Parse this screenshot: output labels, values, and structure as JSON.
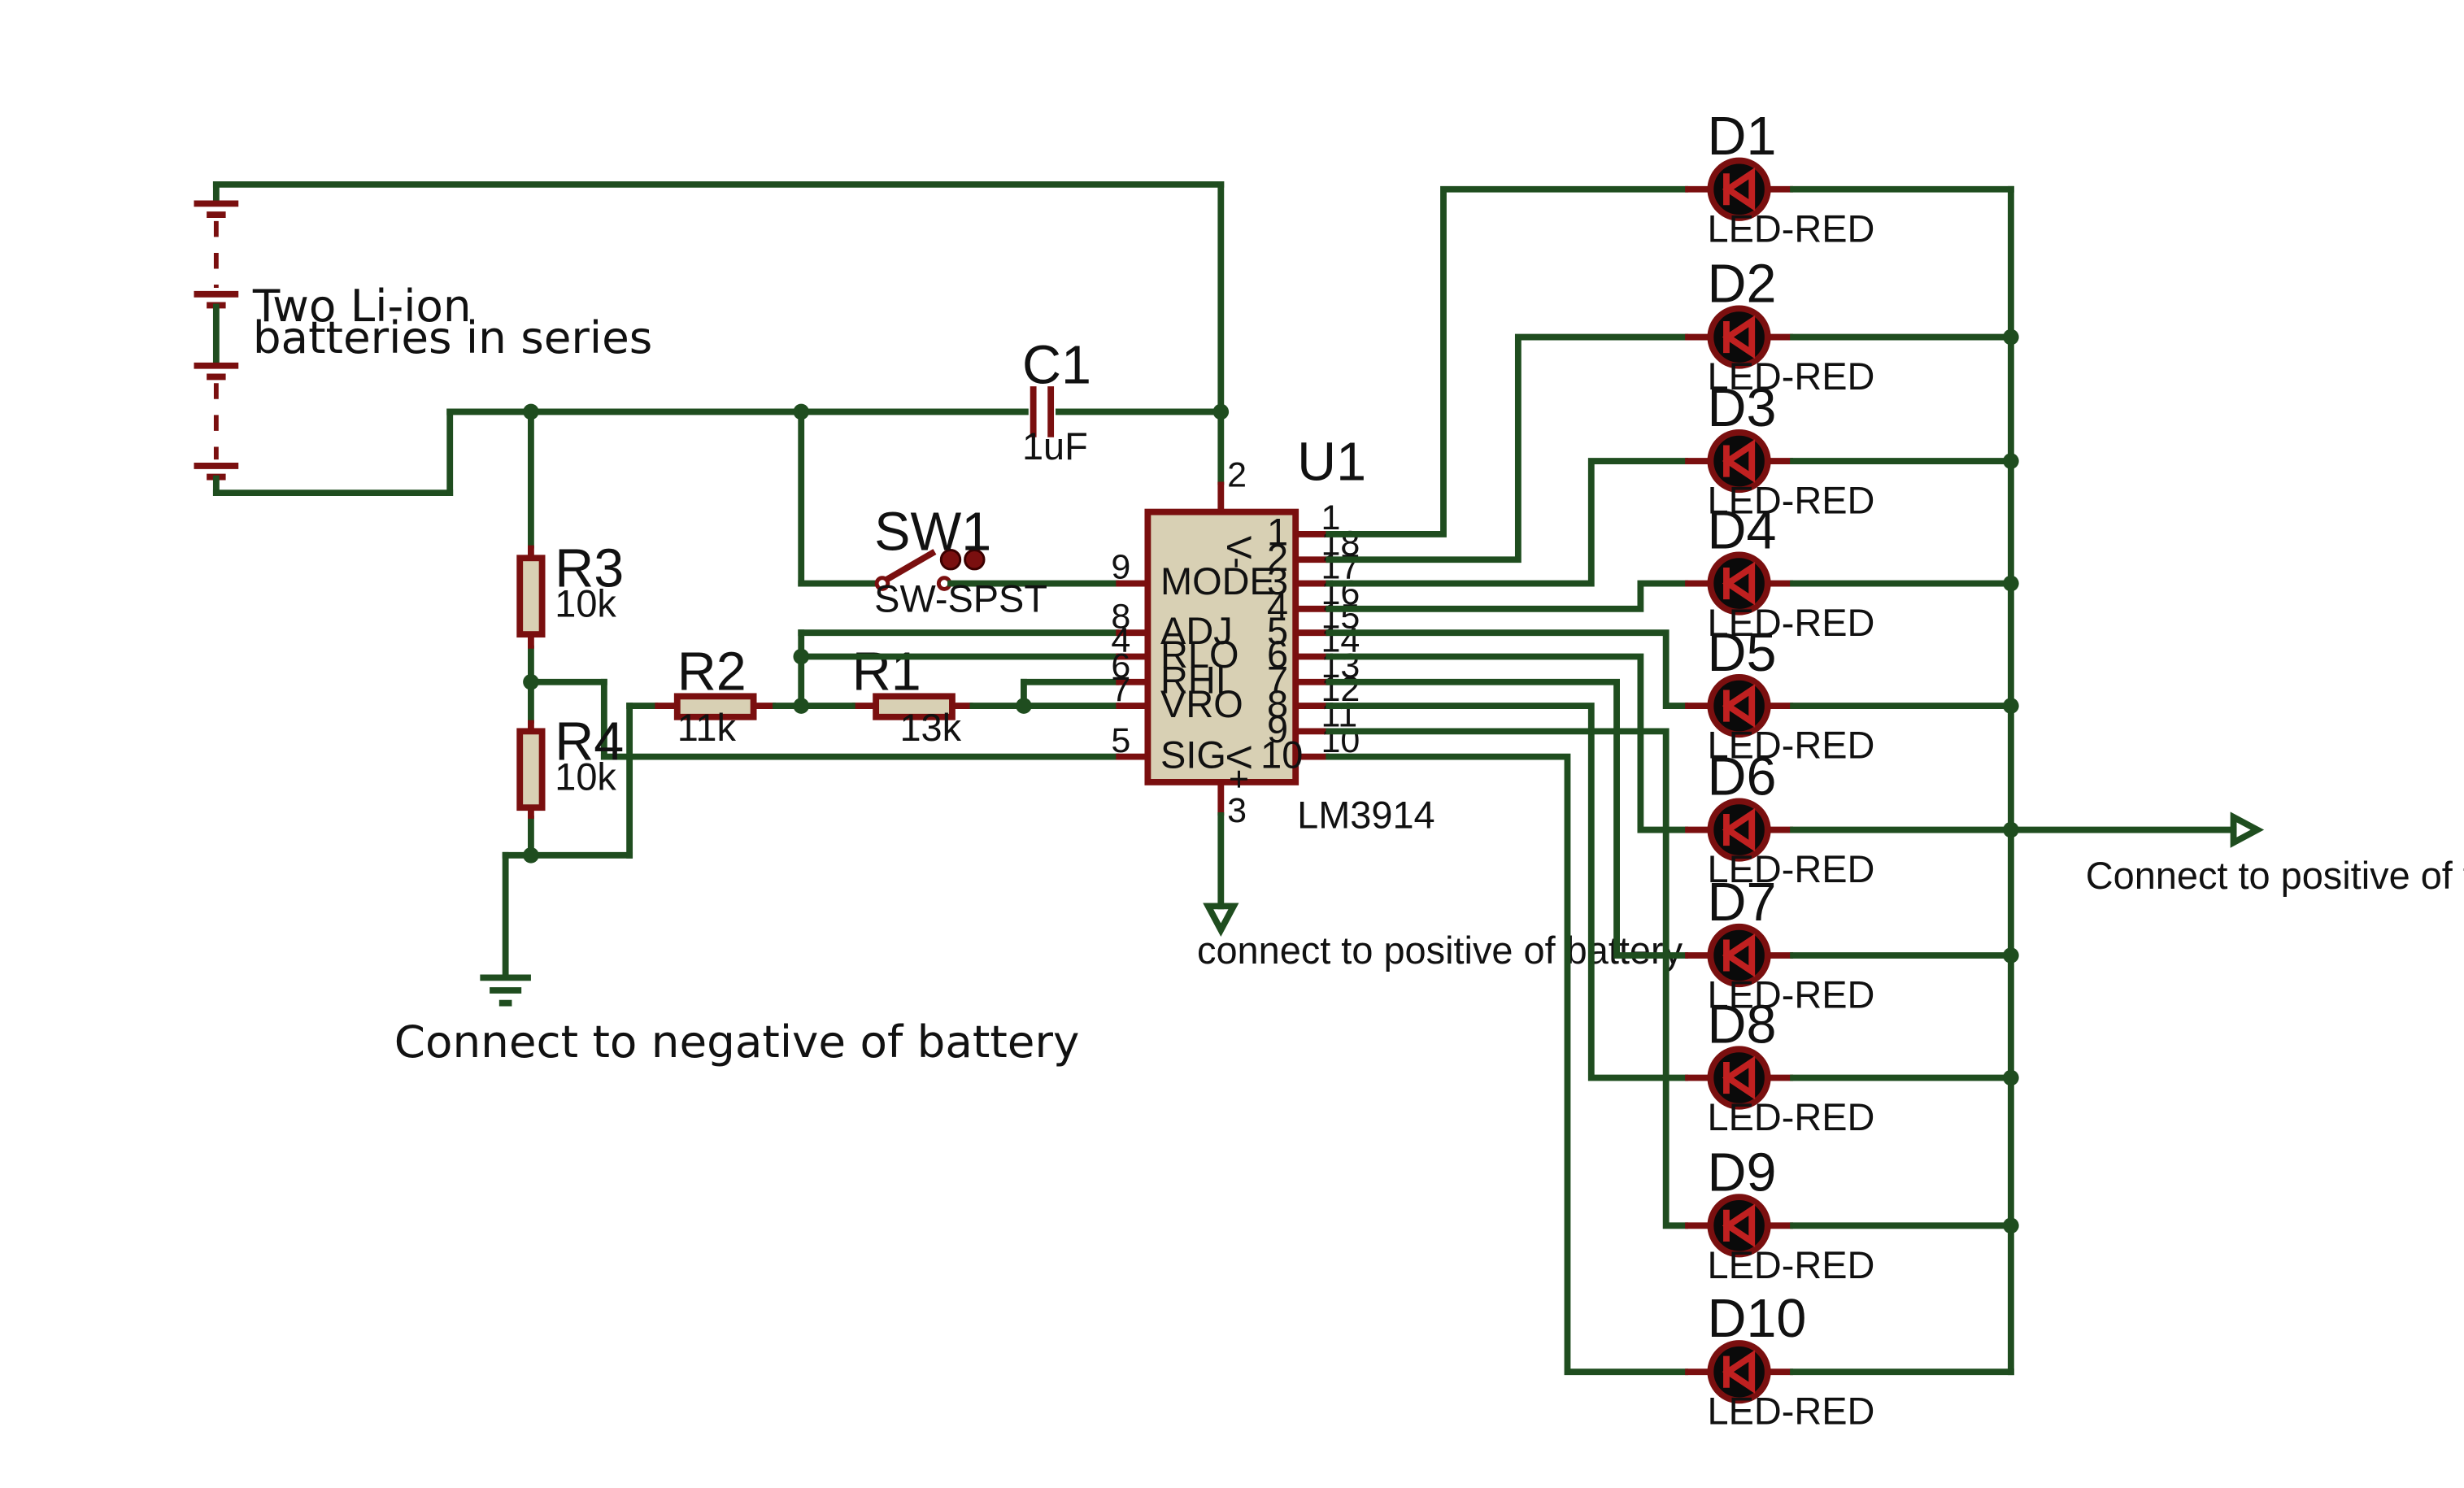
{
  "battery": {
    "note_line1": "Two Li-ion",
    "note_line2": "batteries in series"
  },
  "c1": {
    "ref": "C1",
    "value": "1uF"
  },
  "sw1": {
    "ref": "SW1",
    "value": "SW-SPST"
  },
  "r1": {
    "ref": "R1",
    "value": "13k"
  },
  "r2": {
    "ref": "R2",
    "value": "11k"
  },
  "r3": {
    "ref": "R3",
    "value": "10k"
  },
  "r4": {
    "ref": "R4",
    "value": "10k"
  },
  "u1": {
    "ref": "U1",
    "part": "LM3914",
    "top_pin": "2",
    "top_label": "V-",
    "bottom_pin": "3",
    "bottom_label": "V+",
    "left_pins": [
      {
        "num": "9",
        "name": "MODE"
      },
      {
        "num": "8",
        "name": "ADJ"
      },
      {
        "num": "4",
        "name": "RLO"
      },
      {
        "num": "6",
        "name": "RHI"
      },
      {
        "num": "7",
        "name": "VRO"
      },
      {
        "num": "5",
        "name": "SIG"
      }
    ],
    "right_pins_inner": [
      "1",
      "2",
      "3",
      "4",
      "5",
      "6",
      "7",
      "8",
      "9",
      "10"
    ],
    "right_pins_outer": [
      "1",
      "18",
      "17",
      "16",
      "15",
      "14",
      "13",
      "12",
      "11",
      "10"
    ]
  },
  "leds": [
    {
      "ref": "D1",
      "value": "LED-RED"
    },
    {
      "ref": "D2",
      "value": "LED-RED"
    },
    {
      "ref": "D3",
      "value": "LED-RED"
    },
    {
      "ref": "D4",
      "value": "LED-RED"
    },
    {
      "ref": "D5",
      "value": "LED-RED"
    },
    {
      "ref": "D6",
      "value": "LED-RED"
    },
    {
      "ref": "D7",
      "value": "LED-RED"
    },
    {
      "ref": "D8",
      "value": "LED-RED"
    },
    {
      "ref": "D9",
      "value": "LED-RED"
    },
    {
      "ref": "D10",
      "value": "LED-RED"
    }
  ],
  "notes": {
    "negative": "Connect to negative of battery",
    "positive_ic": "connect to positive of battery",
    "positive_leds": "Connect to positive of the battery"
  },
  "colors": {
    "wire": "#1f4d1f",
    "component": "#7a0f0f",
    "body": "#d8d0b4",
    "led_mark": "#c02020"
  }
}
